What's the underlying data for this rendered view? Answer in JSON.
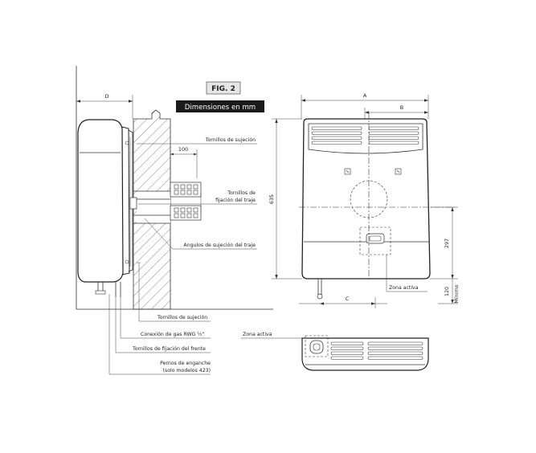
{
  "figure": {
    "label": "FIG. 2",
    "subtitle": "Dimensiones en mm"
  },
  "side_view": {
    "dim_d": "D",
    "dim_100": "100",
    "labels": {
      "tornillos_sujecion_top": "Tornillos de sujeción",
      "tornillos_fijacion_line1": "Tornillos de",
      "tornillos_fijacion_line2": "fijación del traje",
      "angulos_sujecion": "Angulos de sujeción del traje",
      "tornillos_sujecion_bottom": "Tornillos de sujeción",
      "conexion_gas": "Conexión de gas RWG ½\"",
      "tornillos_frente": "Tornillos de fijación del frente",
      "pernos_line1": "Pernos de enganche",
      "pernos_line2": "(solo modelos 423)"
    }
  },
  "front_view": {
    "dim_a": "A",
    "dim_b": "B",
    "dim_c": "C",
    "dim_635": "635",
    "dim_297": "297",
    "dim_120": "120",
    "minimo": "Mínimo",
    "zona_activa": "Zona activa"
  },
  "top_view": {
    "zona_activa": "Zona activa"
  }
}
